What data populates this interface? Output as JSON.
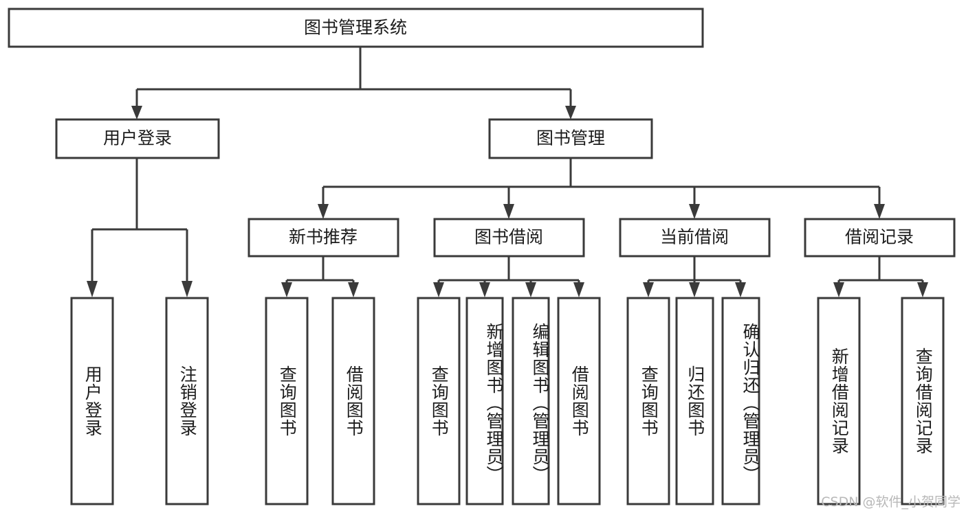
{
  "diagram": {
    "title": "图书管理系统",
    "watermark": "CSDN @软件_小贺同学",
    "colors": {
      "background": "#ffffff",
      "box_stroke": "#3a3a3a",
      "box_fill": "#ffffff",
      "text": "#1c1c1c",
      "watermark": "#b8b8b8"
    },
    "levels": {
      "root": {
        "label": "图书管理系统"
      },
      "level2": [
        {
          "label": "用户登录"
        },
        {
          "label": "图书管理"
        }
      ],
      "level3": [
        {
          "label": "新书推荐"
        },
        {
          "label": "图书借阅"
        },
        {
          "label": "当前借阅"
        },
        {
          "label": "借阅记录"
        }
      ],
      "leaves": {
        "user_login_children": [
          {
            "label": "用户登录"
          },
          {
            "label": "注销登录"
          }
        ],
        "new_book_children": [
          {
            "label": "查询图书"
          },
          {
            "label": "借阅图书"
          }
        ],
        "book_borrow_children": [
          {
            "label": "查询图书"
          },
          {
            "label": "新增图书（管理员）"
          },
          {
            "label": "编辑图书（管理员）"
          },
          {
            "label": "借阅图书"
          }
        ],
        "current_borrow_children": [
          {
            "label": "查询图书"
          },
          {
            "label": "归还图书"
          },
          {
            "label": "确认归还（管理员）"
          }
        ],
        "borrow_record_children": [
          {
            "label": "新增借阅记录"
          },
          {
            "label": "查询借阅记录"
          }
        ]
      }
    }
  }
}
